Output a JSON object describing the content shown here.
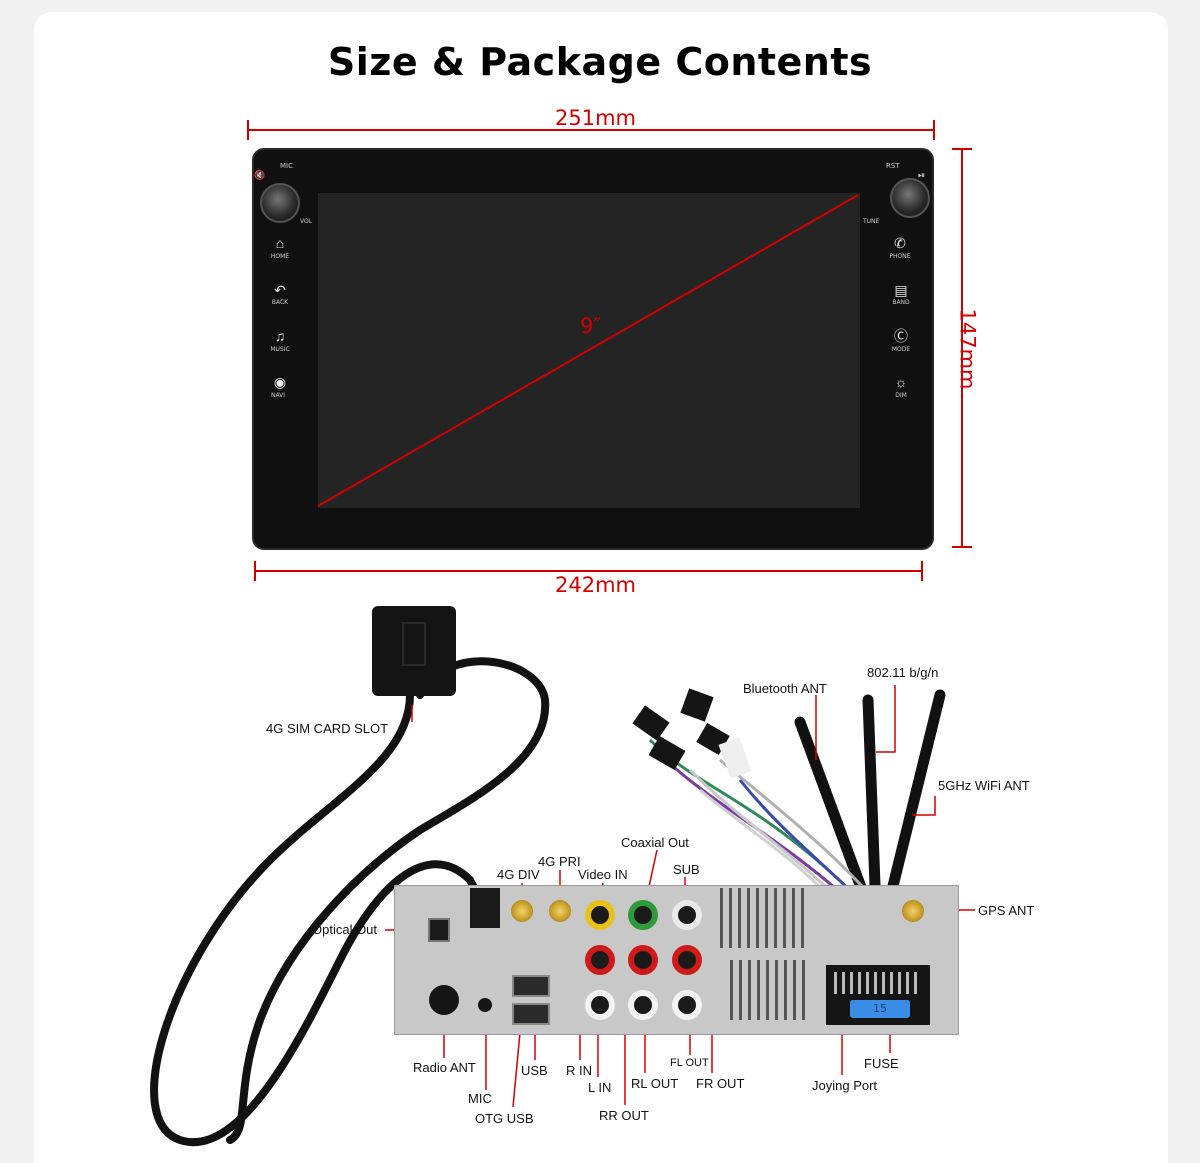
{
  "title": "Size & Package Contents",
  "dimensions": {
    "top_width": "251mm",
    "bottom_width": "242mm",
    "height": "147mm",
    "diagonal": "9″"
  },
  "device": {
    "left_top_label": "MIC",
    "right_top_label": "RST",
    "left_knob_label": "VOL",
    "right_knob_label": "TUNE",
    "left_buttons": [
      {
        "label": "HOME",
        "icon": "home-icon"
      },
      {
        "label": "BACK",
        "icon": "back-icon"
      },
      {
        "label": "MUSIC",
        "icon": "music-icon"
      },
      {
        "label": "NAVI",
        "icon": "navi-icon"
      }
    ],
    "right_buttons": [
      {
        "label": "PHONE",
        "icon": "phone-icon"
      },
      {
        "label": "BAND",
        "icon": "radio-icon"
      },
      {
        "label": "MODE",
        "icon": "mode-icon"
      },
      {
        "label": "DIM",
        "icon": "dim-icon"
      }
    ]
  },
  "labels": {
    "sim_slot": "4G SIM CARD SLOT",
    "bluetooth_ant": "Bluetooth ANT",
    "wifi_80211": "802.11 b/g/n",
    "wifi_5ghz": "5GHz WiFi ANT",
    "coaxial_out": "Coaxial Out",
    "four_g_pri": "4G PRI",
    "four_g_div": "4G DIV",
    "video_in": "Video IN",
    "sub": "SUB",
    "gps_ant": "GPS ANT",
    "optical_out": "Optical Out",
    "radio_ant": "Radio ANT",
    "usb": "USB",
    "mic": "MIC",
    "otg_usb": "OTG USB",
    "r_in": "R IN",
    "l_in": "L IN",
    "rl_out": "RL OUT",
    "rr_out": "RR OUT",
    "fl_out": "FL OUT",
    "fr_out": "FR OUT",
    "fuse": "FUSE",
    "joying_port": "Joying Port",
    "fuse_value": "15"
  },
  "colors": {
    "dimension_red": "#d40000",
    "rca_yellow": "#e8c21a",
    "rca_green": "#2e9a3a",
    "rca_red": "#d01a1a",
    "rca_white": "#f2f2f2",
    "fuse_blue": "#3a8ee8"
  }
}
